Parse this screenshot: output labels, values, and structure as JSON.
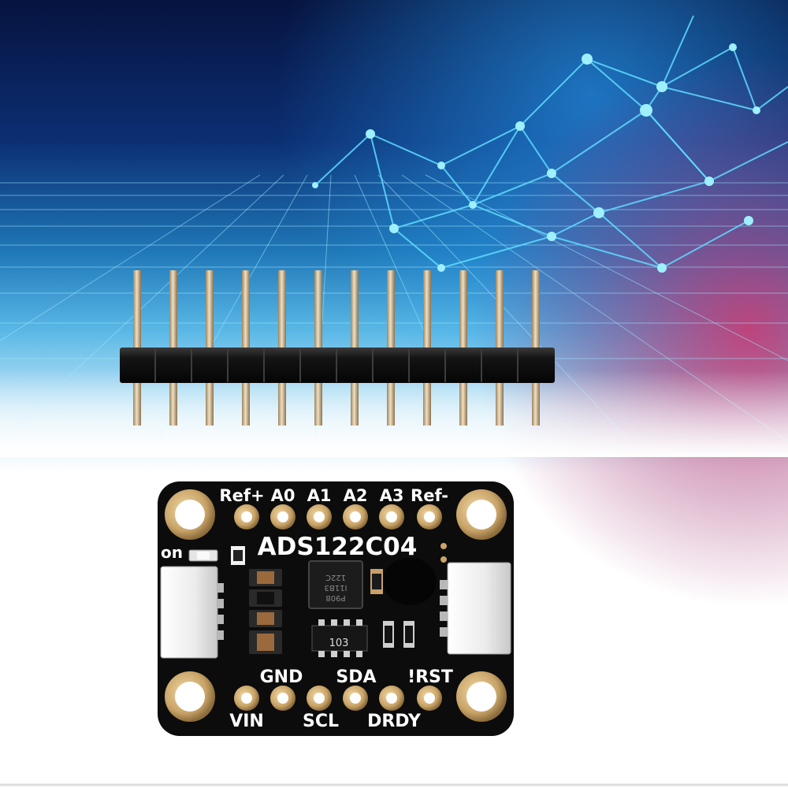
{
  "board": {
    "chip_name": "ADS122C04",
    "power_led_label": "on",
    "top_pins": [
      "Ref+",
      "A0",
      "A1",
      "A2",
      "A3",
      "Ref-"
    ],
    "bottom_upper_labels": [
      "GND",
      "SDA",
      "!RST"
    ],
    "bottom_lower_labels": [
      "VIN",
      "SCL",
      "DRDY"
    ],
    "resistor_code": "103",
    "ic_marking_line1": "122C",
    "ic_marking_line2": "I11B3",
    "ic_marking_line3": "P908"
  },
  "header": {
    "pin_count": 12
  },
  "colors": {
    "pcb": "#0d0d0d",
    "silkscreen": "#ffffff",
    "pad_gold": "#c9a468",
    "header_plastic": "#111111",
    "pin_metal": "#d8c3a0",
    "network_line": "#4fd6ff",
    "background_top": "#0a1a4a"
  }
}
